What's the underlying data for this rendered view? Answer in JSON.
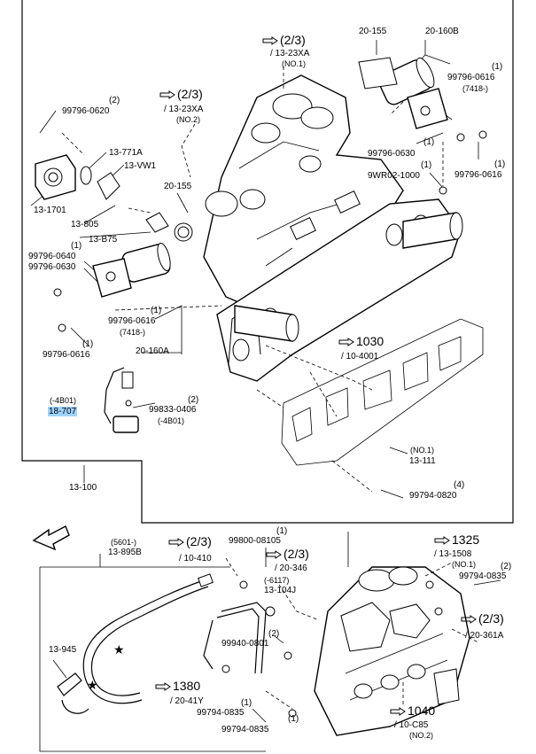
{
  "labels": {
    "p20_155_top": "20-155",
    "p20_160b": "20-160B",
    "ref_13_23xa_1_fig": "(2/3)",
    "ref_13_23xa_1_code": "/ 13-23XA",
    "ref_13_23xa_1_note": "(NO.1)",
    "ref_13_23xa_2_fig": "(2/3)",
    "ref_13_23xa_2_code": "/ 13-23XA",
    "ref_13_23xa_2_note": "(NO.2)",
    "q1_a": "(1)",
    "p99796_0616_a": "99796-0616",
    "note_7418_a": "(7418-)",
    "q1_b": "(1)",
    "p99796_0630_a": "99796-0630",
    "q1_c": "(1)",
    "p99796_0616_b": "99796-0616",
    "q1_d": "(1)",
    "p9wr02_1000": "9WR02-1000",
    "q2_a": "(2)",
    "p99796_0620": "99796-0620",
    "p13_771a": "13-771A",
    "p13_vw1": "13-VW1",
    "p13_1701": "13-1701",
    "p20_155_mid": "20-155",
    "p13_805": "13-805",
    "p13_b75": "13-B75",
    "q1_e": "(1)",
    "p99796_0640": "99796-0640",
    "p99796_0630_b": "99796-0630",
    "q1_f": "(1)",
    "p99796_0616_c": "99796-0616",
    "note_7418_b": "(7418-)",
    "q1_g": "(1)",
    "p99796_0616_d": "99796-0616",
    "p20_160a": "20-160A",
    "ref_1030_fig": "1030",
    "ref_1030_code": "/ 10-4001",
    "note_4b01_a": "(-4B01)",
    "p18_707": "18-707",
    "q2_b": "(2)",
    "p99833_0406": "99833-0406",
    "note_4b01_b": "(-4B01)",
    "note_no1": "(NO.1)",
    "p13_111": "13-111",
    "q4": "(4)",
    "p99794_0820": "99794-0820",
    "p13_100": "13-100",
    "note_5601": "(5601-)",
    "p13_895b": "13-895B",
    "ref_10_410_fig": "(2/3)",
    "ref_10_410_code": "/ 10-410",
    "q1_h": "(1)",
    "p99800_08105": "99800-08105",
    "ref_20_346_fig": "(2/3)",
    "ref_20_346_code": "/ 20-346",
    "note_6117": "(-6117)",
    "p13_104j": "13-104J",
    "ref_1325_fig": "1325",
    "ref_1325_code": "/ 13-1508",
    "ref_1325_note": "(NO.1)",
    "q2_c": "(2)",
    "p99794_0835_a": "99794-0835",
    "p13_945": "13-945",
    "q2_d": "(2)",
    "p99940_0801": "99940-0801",
    "ref_20_361a_fig": "(2/3)",
    "ref_20_361a_code": "/ 20-361A",
    "ref_1380_fig": "1380",
    "ref_1380_code": "/ 20-41Y",
    "q1_i": "(1)",
    "p99794_0835_b": "99794-0835",
    "q1_j": "(1)",
    "p99794_0835_c": "99794-0835",
    "ref_1040_fig": "1040",
    "ref_1040_code": "/ 10-C85",
    "ref_1040_note": "(NO.2)"
  },
  "highlight_color": "#9fd3ff"
}
